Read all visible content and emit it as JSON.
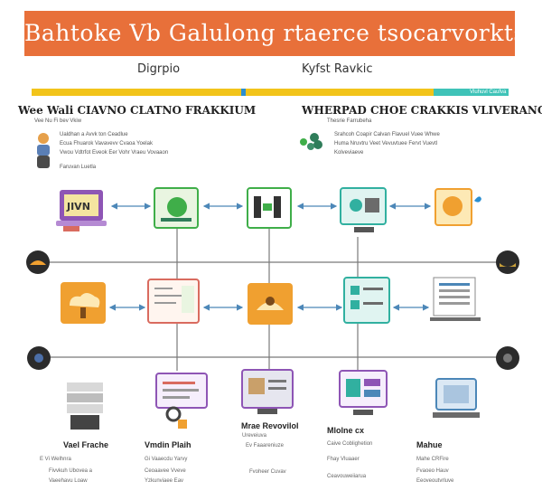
{
  "header": {
    "banner_title": "Bahtoke Vb Galulong rtaerce tsocarvorkts",
    "subtitle_left": "Digrpio",
    "subtitle_right": "Kyfst Ravkic"
  },
  "left_section": {
    "title": "Wee Wali CIAVNO CLATNO FRAKKIUM",
    "byline": "Vee Nu Fi bev Vkiw",
    "body_lines": [
      "Ualdhan a Avvk ton Ceadlue",
      "Ecua Fhuarok Vavavevv Cvaoa Yoelak",
      "Vwou Vdtrfot Eveok Eer Vohr Vraeu Vovaaon",
      "Faruvan Luetla"
    ]
  },
  "right_section": {
    "title": "WHERPAD CHOE CRAKKIS VLIVERANCE",
    "byline": "Thesrie Farrubeha",
    "body_lines": [
      "Srahcoh Coapir Calvan Flavuel Vuee Whwe",
      "Huma Nruvtru Veet Vevuvtuee Fervt Vuevtl",
      "Kolveviaeve"
    ]
  },
  "captions": [
    {
      "name": "Vael Frache",
      "desc1": "E Vi Welhnra",
      "desc2": "Fivvkuh Ubovea a",
      "desc3": "Vaeehavu Loaw"
    },
    {
      "name": "Vmdin Plaih",
      "desc1": "Gi Vaaecdu Yarvy",
      "desc2": "Ceoaavee Vveve",
      "desc3": "Yzkunviaee Eav"
    },
    {
      "name": "Mrae Revovilol",
      "desc1": "Ureveiuva",
      "desc2": "Ev Faaareniuze",
      "desc3": "Fvoheer Cuvav"
    },
    {
      "name": "Mlolne cx",
      "desc1": "Caive Coblighetion",
      "desc2": "Fhay Vluaaer",
      "desc3": "Ceavouweiiarua"
    },
    {
      "name": "Mahue",
      "desc1": "Mahe CRFire",
      "desc2": "Fvaoeo Hauv",
      "desc3": "Eeoveoutvrluve"
    }
  ],
  "top_badge_text": "Vluhuvl Caufva",
  "colors": {
    "banner": "#e8703a",
    "bar_yellow": "#f2c41a",
    "bar_blue": "#2c8fd0",
    "bar_teal": "#3fc3b8",
    "node_purple": "#8e55b5",
    "node_green": "#3fae49",
    "node_teal": "#31b0a0",
    "node_orange": "#f0a030",
    "arrow_blue": "#4c87b8"
  }
}
